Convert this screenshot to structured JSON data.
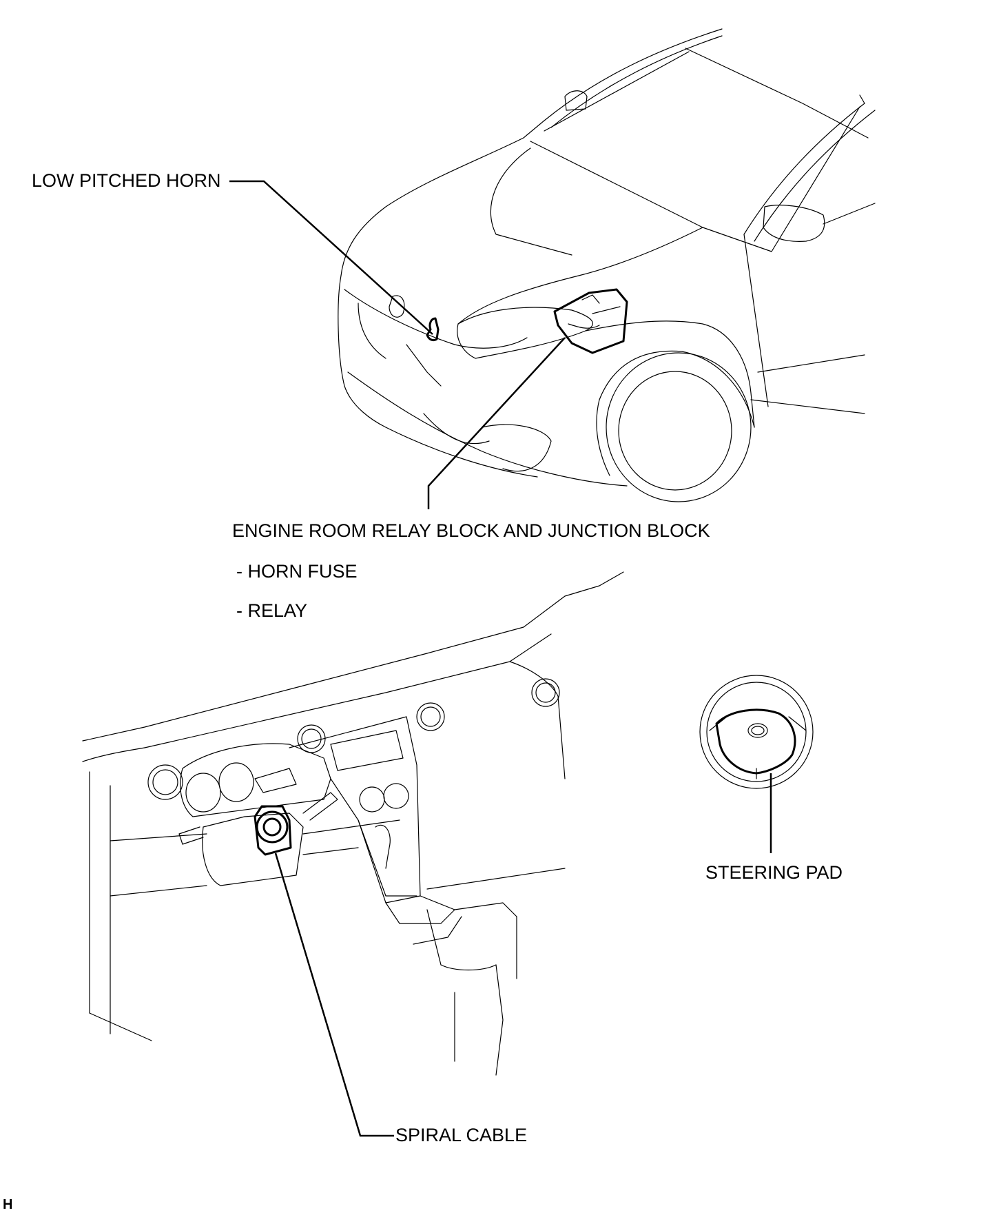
{
  "labels": {
    "low_pitched_horn": "LOW PITCHED HORN",
    "engine_room_block": "ENGINE ROOM RELAY BLOCK AND JUNCTION BLOCK",
    "horn_fuse": "- HORN FUSE",
    "relay": "- RELAY",
    "steering_pad": "STEERING PAD",
    "spiral_cable": "SPIRAL CABLE",
    "corner_marker": "H"
  },
  "illustrations": {
    "top": "car-front-view",
    "bottom_left": "instrument-panel-view",
    "bottom_right": "steering-wheel-view"
  }
}
